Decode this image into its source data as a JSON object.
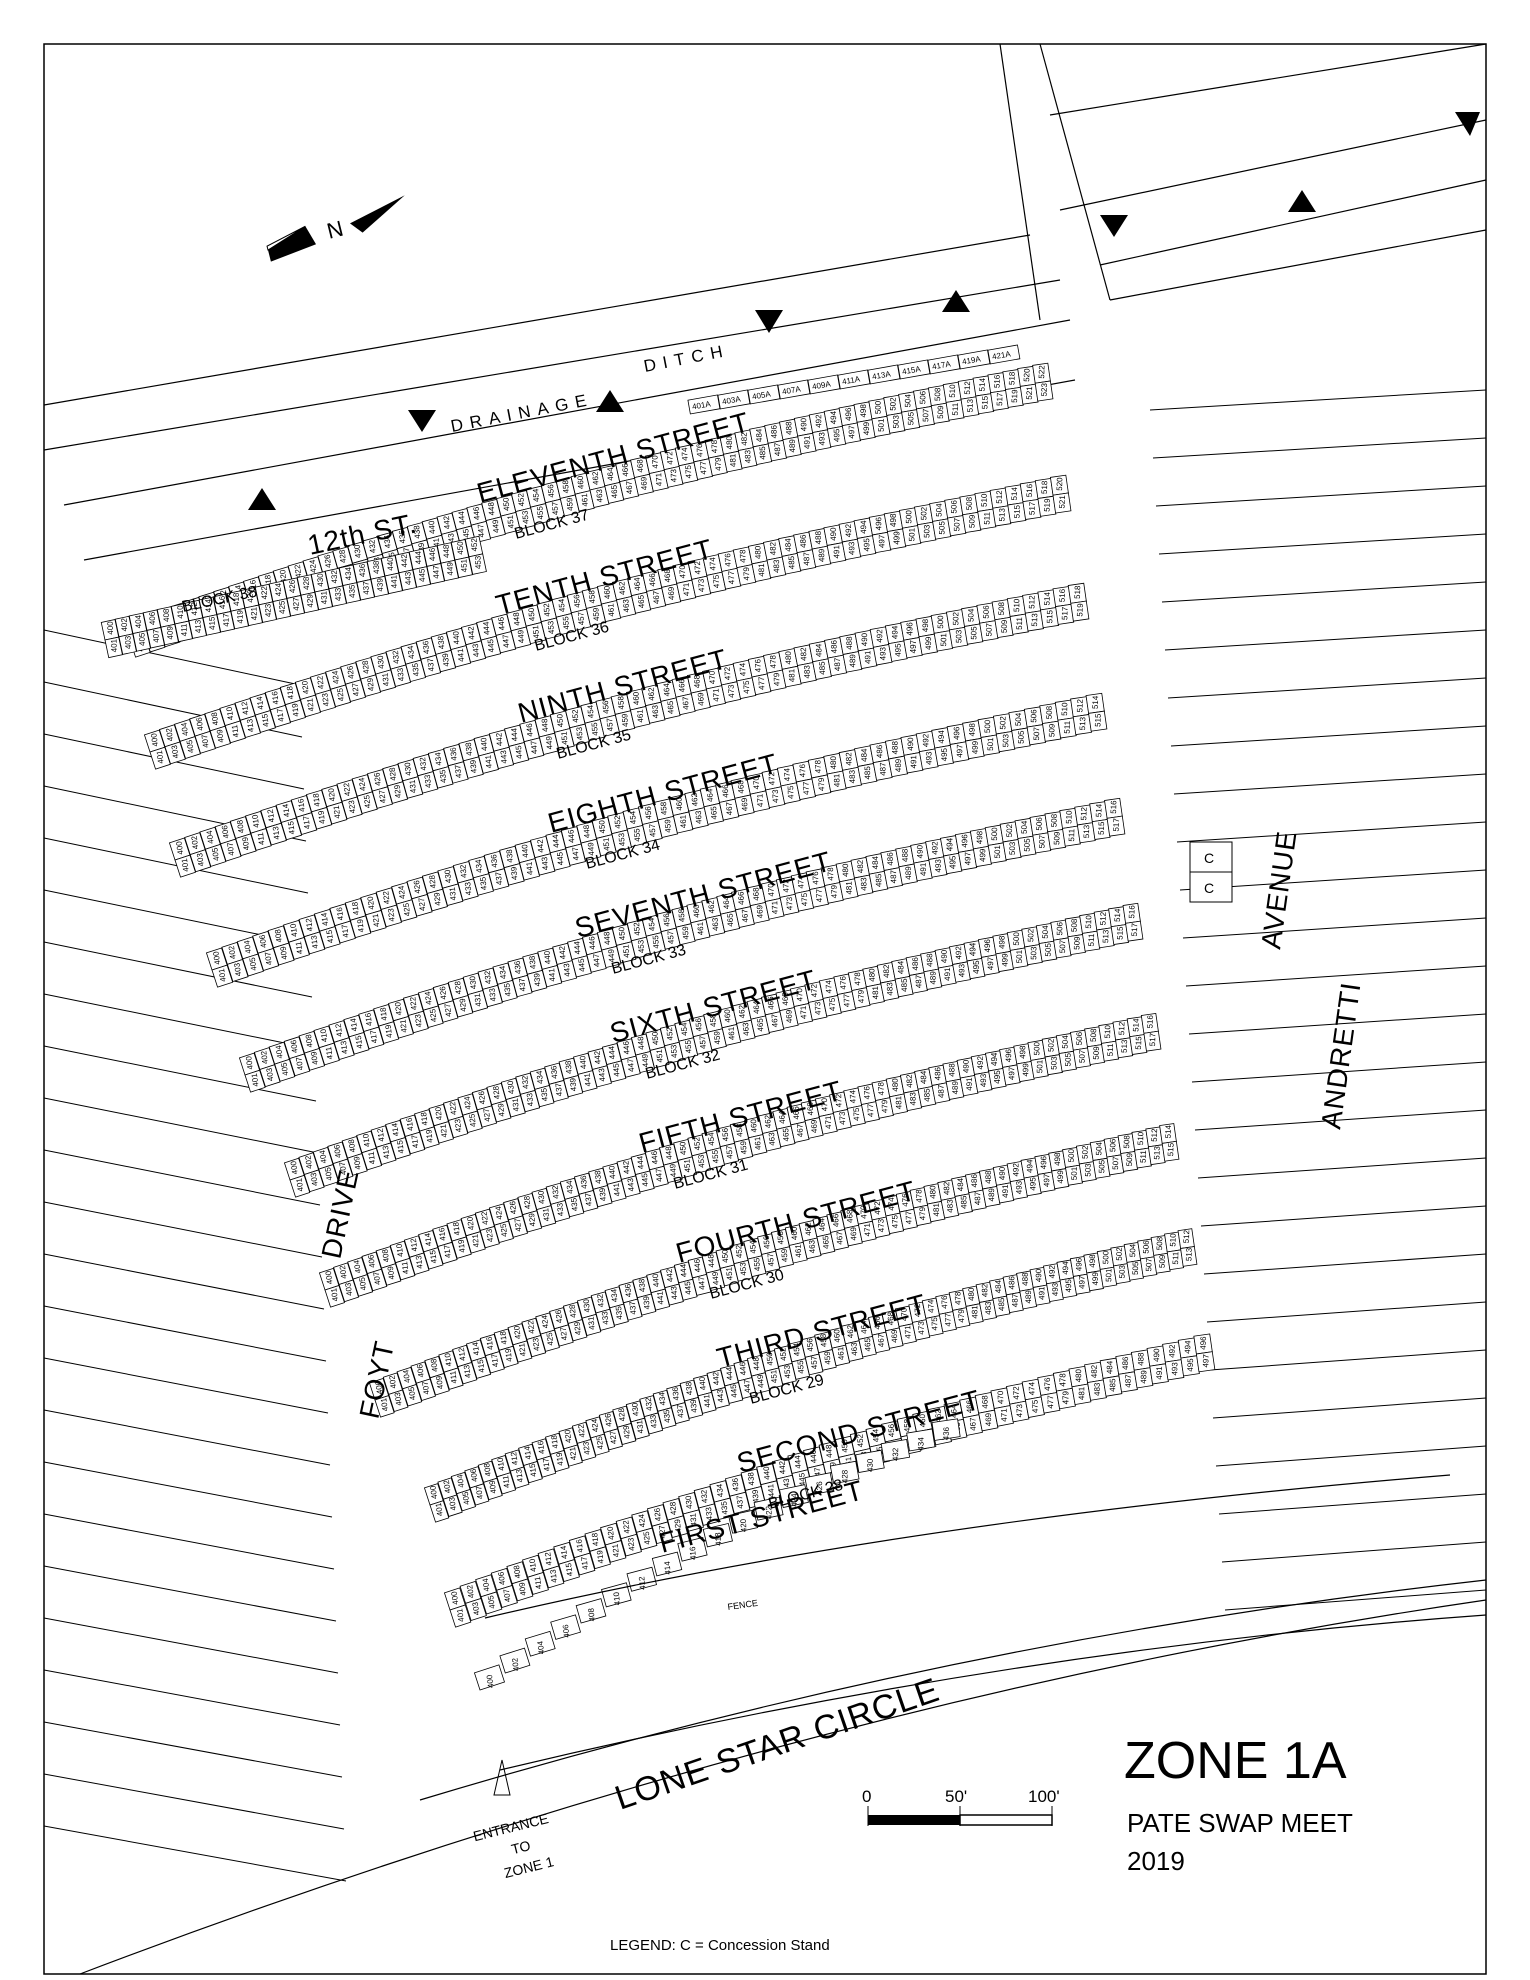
{
  "title": {
    "zone": "ZONE  1A",
    "event": "PATE SWAP MEET",
    "year": "2019"
  },
  "legend": "LEGEND:  C = Concession Stand",
  "concession_letter": "C",
  "scale_bar": {
    "ticks": [
      "0",
      "50'",
      "100'"
    ]
  },
  "north_arrow": {
    "letter": "N"
  },
  "entrance": {
    "line1": "ENTRANCE",
    "line2": "TO",
    "line3": "ZONE 1"
  },
  "features": {
    "drainage": "DRAINAGE",
    "ditch": "DITCH",
    "twelfth": "12th ST.",
    "lone_star": "LONE  STAR  CIRCLE",
    "foyt": "FOYT",
    "drive": "DRIVE",
    "andretti": "ANDRETTI",
    "avenue": "AVENUE",
    "fence": "FENCE"
  },
  "ditch_lots": [
    "401A",
    "403A",
    "405A",
    "407A",
    "409A",
    "411A",
    "413A",
    "415A",
    "417A",
    "419A",
    "421A"
  ],
  "rows": [
    {
      "street": "ELEVENTH STREET",
      "block": "BLOCK 37",
      "first": 400,
      "last": 522
    },
    {
      "street": "TENTH STREET",
      "block": "BLOCK 36",
      "first": 400,
      "last": 520
    },
    {
      "street": "NINTH STREET",
      "block": "BLOCK 35",
      "first": 400,
      "last": 518
    },
    {
      "street": "EIGHTH STREET",
      "block": "BLOCK 34",
      "first": 400,
      "last": 514
    },
    {
      "street": "SEVENTH STREET",
      "block": "BLOCK 33",
      "first": 400,
      "last": 516
    },
    {
      "street": "SIXTH STREET",
      "block": "BLOCK 32",
      "first": 400,
      "last": 516
    },
    {
      "street": "FIFTH STREET",
      "block": "BLOCK 31",
      "first": 400,
      "last": 516
    },
    {
      "street": "FOURTH STREET",
      "block": "BLOCK 30",
      "first": 400,
      "last": 514
    },
    {
      "street": "THIRD STREET",
      "block": "BLOCK 29",
      "first": 400,
      "last": 512
    },
    {
      "street": "SECOND STREET",
      "block": "BLOCK 28",
      "first": 400,
      "last": 496
    },
    {
      "street": "FIRST STREET",
      "block": "",
      "first": 400,
      "last": 436
    }
  ],
  "block38": {
    "label": "BLOCK 38",
    "first": 400,
    "last": 453
  }
}
